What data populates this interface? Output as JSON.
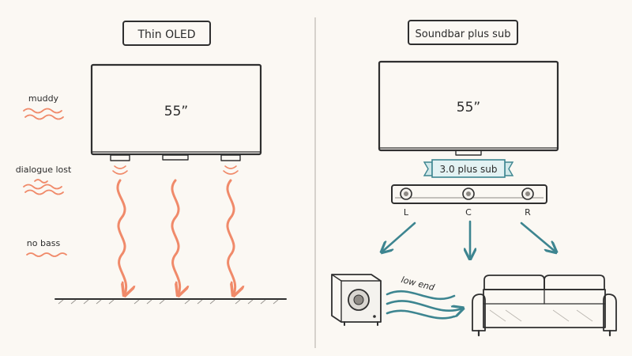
{
  "left_panel": {
    "title": "Thin OLED",
    "tv_size": "55”",
    "problems": [
      "muddy",
      "dialogue lost",
      "no bass"
    ]
  },
  "right_panel": {
    "title": "Soundbar plus sub",
    "tv_size": "55”",
    "banner": "3.0 plus sub",
    "channels": [
      "L",
      "C",
      "R"
    ],
    "sub_label": "low end"
  },
  "colors": {
    "background": "#fbf8f3",
    "ink": "#2f2f2f",
    "problem_wave": "#f08a6a",
    "solution_arrow": "#3d8590",
    "banner_fill": "#e3f2f3"
  }
}
